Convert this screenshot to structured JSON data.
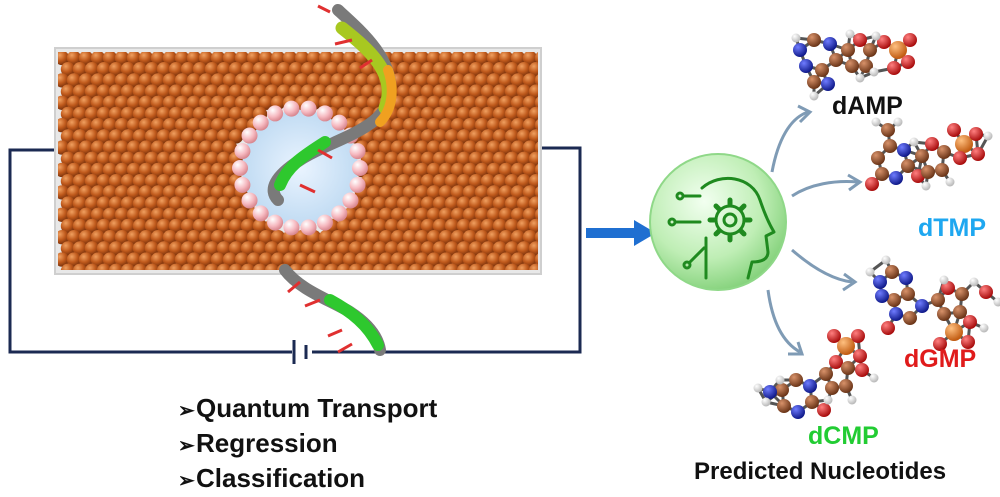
{
  "methods": [
    {
      "label": "Quantum Transport"
    },
    {
      "label": "Regression"
    },
    {
      "label": "Classification"
    }
  ],
  "bullet_symbol": "➢",
  "nucleotides": [
    {
      "name": "dAMP",
      "color": "#111111"
    },
    {
      "name": "dTMP",
      "color": "#1ea7f0"
    },
    {
      "name": "dGMP",
      "color": "#e01b1b"
    },
    {
      "name": "dCMP",
      "color": "#22cc33"
    }
  ],
  "caption": "Predicted Nucleotides",
  "colors": {
    "electrode_atom": "#c05a1c",
    "pore_rim_atom": "#f6b9c0",
    "circuit_wire": "#1b2a52",
    "process_arrow": "#1f6fd1",
    "ai_sphere": "#a8e6a0",
    "ai_icon": "#1f8a1f",
    "carbon": "#8b4a2b",
    "nitrogen": "#2233cc",
    "oxygen": "#e01b1b",
    "phosphorus": "#f08020",
    "hydrogen": "#f2f2f2"
  },
  "icons": [
    "dna-strand-icon",
    "ai-head-gear-icon",
    "battery-icon"
  ]
}
